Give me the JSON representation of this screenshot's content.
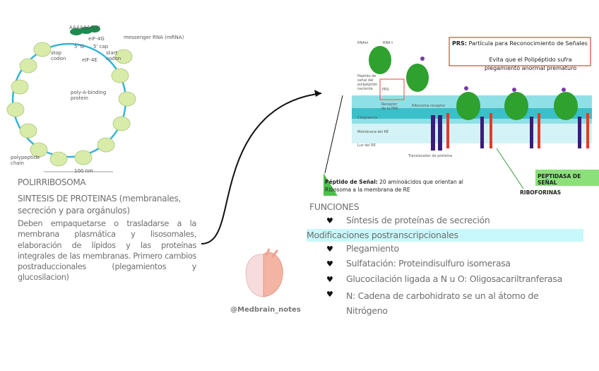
{
  "polyribosome_figure": {
    "labels": {
      "mrna": "messenger RNA (mRNA)",
      "three_prime": "AAAAAAA 3'",
      "eif4g": "eIF-4G",
      "five_prime": "5' G",
      "cap": "5' cap",
      "eif4e": "eIF-4E",
      "stop_codon": "stop codon",
      "start_codon": "start codon",
      "poly_a": "poly-A-binding protein",
      "polypeptide": "polypeptide chain",
      "scale": "100 nm"
    }
  },
  "left_text": {
    "title": "POLIRRIBOSOMA",
    "subtitle": "SINTESIS DE PROTEINAS (membranales, secreción y para orgánulos)",
    "paragraph": "Deben empaquetarse o trasladarse a la membrana plasmática y lisosomales, elaboración de lípidos y las proteínas integrales de las membranas. Primero cambios postraduccionales (plegamientos y glucosilacion)"
  },
  "prs_figure": {
    "prs_box_title": "PRS:",
    "prs_box_text": "Partícula para Reconocimiento de Señales",
    "prs_note": "Evita que el Polipéptido sufra plegamiento anormal prematuro",
    "labels": {
      "rna_m": "RNAm",
      "rna_t": "RNA t",
      "peptide_label": "Péptido de señal del polipéptido naciente",
      "prs": "PRS",
      "prs_receptor": "Receptor de la PRS",
      "ribosome_receptor": "Ribosoma receptor",
      "cytoplasm": "Citoplasma",
      "membrane": "Membrana del RE",
      "lumen": "Luz del RE",
      "translocator": "Translocador de proteína"
    },
    "signal_peptide_title": "Péptido de Señal:",
    "signal_peptide_text": "20 aminoácidos que orientan al Ribosoma a la membrana de RE",
    "peptidase": "PEPTIDASA DE SEÑAL",
    "riboforinas": "RIBOFORINAS"
  },
  "functions": {
    "title": "FUNCIONES",
    "item1": "Síntesis de proteínas de secreción",
    "highlight": "Modificaciones postranscripcionales",
    "items": [
      "Plegamiento",
      "Sulfatación: Proteindisulfuro isomerasa",
      "Glucocilación ligada a N u O: Oligosacariltranferasa",
      "N: Cadena de carbohidrato se un al átomo de Nitrógeno"
    ],
    "bullet": "♥"
  },
  "logo": {
    "handle": "@Medbrain_notes"
  },
  "colors": {
    "highlight": "#c8f8fb",
    "ribosome": "#2ea12e",
    "membrane": "#3bbfc9",
    "prs_border": "#e06a5a"
  }
}
